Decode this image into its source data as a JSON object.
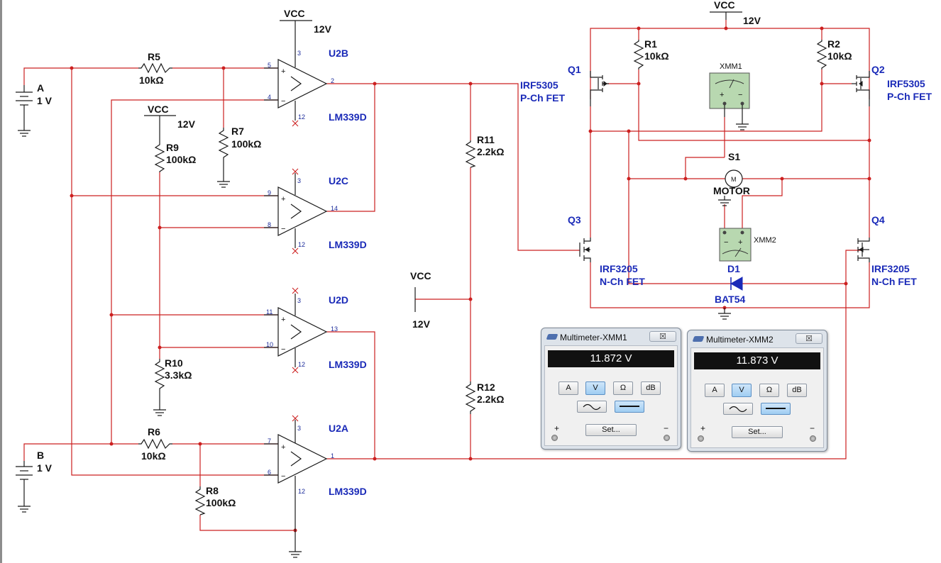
{
  "schematic": {
    "sources": [
      {
        "label": "A",
        "value": "1 V"
      },
      {
        "label": "B",
        "value": "1 V"
      }
    ],
    "vcc_label": "VCC",
    "vcc_value": "12V",
    "resistors": [
      {
        "ref": "R5",
        "value": "10kΩ"
      },
      {
        "ref": "R7",
        "value": "100kΩ"
      },
      {
        "ref": "R9",
        "value": "100kΩ"
      },
      {
        "ref": "R10",
        "value": "3.3kΩ"
      },
      {
        "ref": "R6",
        "value": "10kΩ"
      },
      {
        "ref": "R8",
        "value": "100kΩ"
      },
      {
        "ref": "R11",
        "value": "2.2kΩ"
      },
      {
        "ref": "R12",
        "value": "2.2kΩ"
      },
      {
        "ref": "R1",
        "value": "10kΩ"
      },
      {
        "ref": "R2",
        "value": "10kΩ"
      }
    ],
    "comparators": [
      {
        "ref": "U2B",
        "part": "LM339D",
        "pins": [
          "5",
          "4",
          "2",
          "3",
          "12"
        ]
      },
      {
        "ref": "U2C",
        "part": "LM339D",
        "pins": [
          "9",
          "8",
          "14",
          "3",
          "12"
        ]
      },
      {
        "ref": "U2D",
        "part": "LM339D",
        "pins": [
          "11",
          "10",
          "13",
          "3",
          "12"
        ]
      },
      {
        "ref": "U2A",
        "part": "LM339D",
        "pins": [
          "7",
          "6",
          "1",
          "3",
          "12"
        ]
      }
    ],
    "transistors": [
      {
        "ref": "Q1",
        "part": "IRF5305",
        "type": "P-Ch FET"
      },
      {
        "ref": "Q2",
        "part": "IRF5305",
        "type": "P-Ch FET"
      },
      {
        "ref": "Q3",
        "part": "IRF3205",
        "type": "N-Ch FET"
      },
      {
        "ref": "Q4",
        "part": "IRF3205",
        "type": "N-Ch FET"
      }
    ],
    "meters": [
      {
        "ref": "XMM1"
      },
      {
        "ref": "XMM2"
      }
    ],
    "switch": {
      "ref": "S1"
    },
    "motor": {
      "label": "MOTOR",
      "symbol": "M"
    },
    "diode": {
      "ref": "D1",
      "part": "BAT54"
    }
  },
  "multimeters": [
    {
      "title": "Multimeter-XMM1",
      "reading": "11.872 V",
      "active_mode": "V",
      "active_wave": "dc"
    },
    {
      "title": "Multimeter-XMM2",
      "reading": "11.873 V",
      "active_mode": "V",
      "active_wave": "dc"
    }
  ],
  "multimeter_controls": {
    "modes": [
      "A",
      "V",
      "Ω",
      "dB"
    ],
    "set_label": "Set...",
    "plus": "+",
    "minus": "−",
    "close_glyph": "☒",
    "ac_icon": "sine-wave-icon",
    "dc_icon": "dc-line-icon"
  },
  "colors": {
    "wire": "#cc2020",
    "label_blue": "#1a2ab8",
    "meter_green": "#b8d8b0"
  }
}
